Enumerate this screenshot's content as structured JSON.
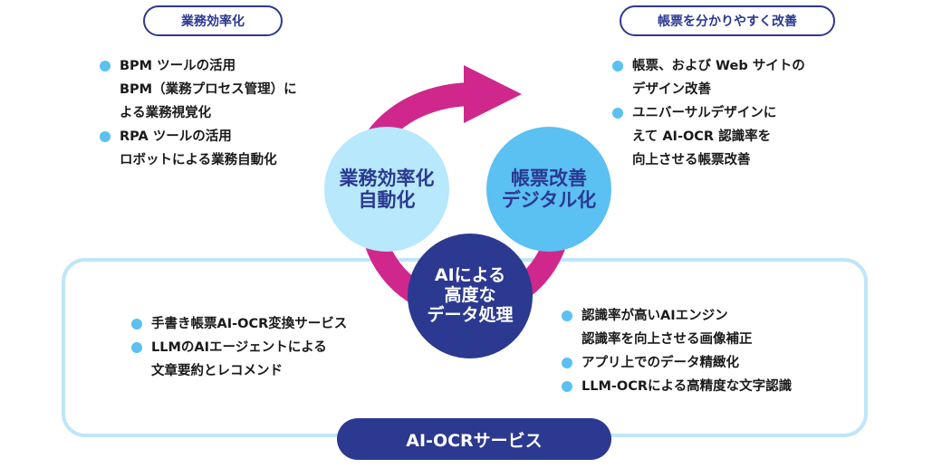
{
  "colors": {
    "navy": "#2b3990",
    "light_blue": "#b7e8fb",
    "mid_blue": "#5bc0f2",
    "frame": "#bfe6f8",
    "magenta": "#d0278c"
  },
  "tags": {
    "efficiency": "業務効率化",
    "forms": "帳票を分かりやすく改善"
  },
  "left_top_list": [
    {
      "lines": [
        "BPM ツールの活用",
        "BPM（業務プロセス管理）に",
        "よる業務視覚化"
      ]
    },
    {
      "lines": [
        "RPA ツールの活用",
        "ロボットによる業務自動化"
      ]
    }
  ],
  "right_top_list": [
    {
      "lines": [
        "帳票、および Web サイトの",
        "デザイン改善"
      ]
    },
    {
      "lines": [
        "ユニバーサルデザインに",
        "えて AI-OCR 認識率を",
        "向上させる帳票改善"
      ]
    }
  ],
  "circles": {
    "efficiency": [
      "業務効率化",
      "自動化"
    ],
    "forms": [
      "帳票改善",
      "デジタル化"
    ],
    "ai": [
      "AIによる",
      "高度な",
      "データ処理"
    ]
  },
  "bottom_left_list": [
    {
      "lines": [
        "手書き帳票AI-OCR変換サービス"
      ]
    },
    {
      "lines": [
        "LLMのAIエージェントによる",
        "文章要約とレコメンド"
      ]
    }
  ],
  "bottom_right_list": [
    {
      "lines": [
        "認識率が高いAIエンジン",
        "認識率を向上させる画像補正"
      ]
    },
    {
      "lines": [
        "アプリ上でのデータ精緻化"
      ]
    },
    {
      "lines": [
        "LLM-OCRによる高精度な文字認識"
      ]
    }
  ],
  "service_label": "AI-OCRサービス"
}
